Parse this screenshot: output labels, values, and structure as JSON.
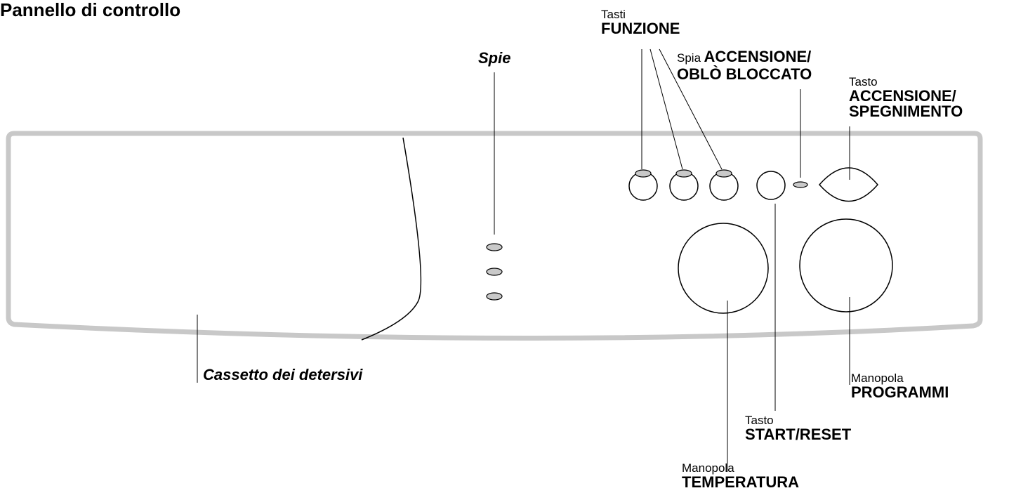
{
  "title": "Pannello di controllo",
  "labels": {
    "spie": "Spie",
    "cassetto": "Cassetto dei detersivi",
    "tasti_funzione": {
      "prefix": "Tasti",
      "name": "FUNZIONE"
    },
    "spia_accensione": {
      "prefix": "Spia",
      "name_line1": "ACCENSIONE/",
      "name_line2": "OBLÒ BLOCCATO"
    },
    "tasto_accensione": {
      "prefix": "Tasto",
      "name_line1": "ACCENSIONE/",
      "name_line2": "SPEGNIMENTO"
    },
    "manopola_programmi": {
      "prefix": "Manopola",
      "name": "PROGRAMMI"
    },
    "tasto_start": {
      "prefix": "Tasto",
      "name": "START/RESET"
    },
    "manopola_temperatura": {
      "prefix": "Manopola",
      "name": "TEMPERATURA"
    }
  },
  "colors": {
    "panel_outline": "#c8c8c8",
    "led_fill": "#c9c9c9",
    "line": "#000000"
  }
}
